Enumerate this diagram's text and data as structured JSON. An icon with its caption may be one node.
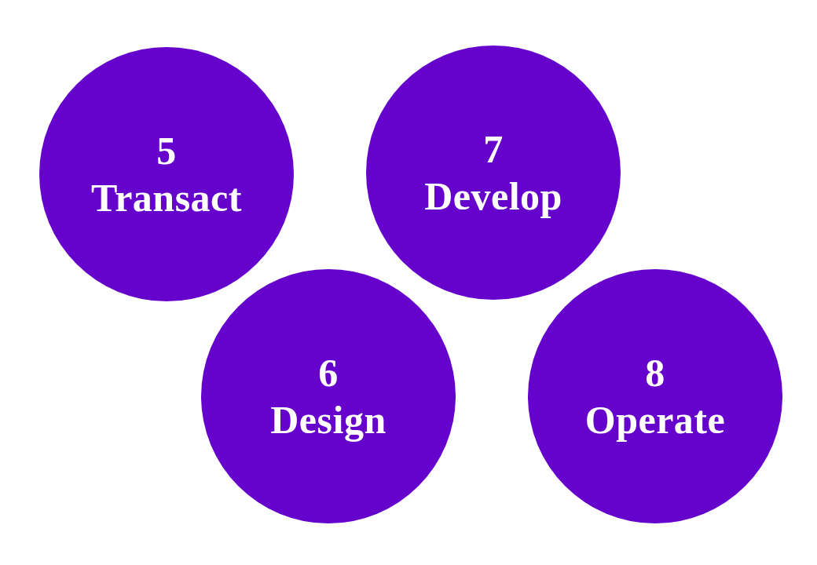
{
  "diagram": {
    "nodes": [
      {
        "text": [
          "5",
          "Transact"
        ]
      },
      {
        "text": [
          "7",
          "Develop"
        ]
      },
      {
        "text": [
          "6",
          "Design"
        ]
      },
      {
        "text": [
          "8",
          "Operate"
        ]
      }
    ]
  }
}
